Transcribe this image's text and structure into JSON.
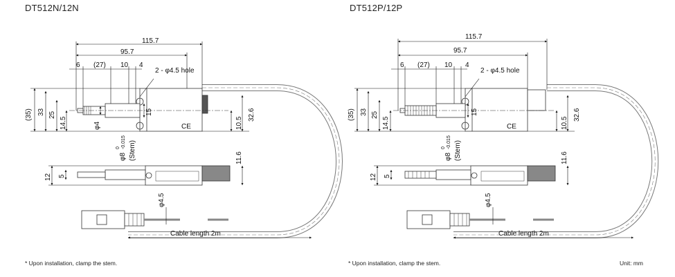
{
  "left": {
    "title": "DT512N/12N",
    "footnote": "* Upon installation, clamp the stem.",
    "dims": {
      "d115_7": "115.7",
      "d95_7": "95.7",
      "d6": "6",
      "d27": "(27)",
      "d10": "10",
      "d4": "4",
      "hole": "2 - φ4.5 hole",
      "d35": "(35)",
      "d33": "33",
      "d25": "25",
      "d14_5": "14.5",
      "phi4": "φ4",
      "d15": "15",
      "d10_5": "10.5",
      "d32_6": "32.6",
      "stem_phi": "φ8",
      "stem_tol_top": "0",
      "stem_tol_bot": "-0.015",
      "stem": "(Stem)",
      "d11_6": "11.6",
      "d12": "12",
      "d5": "5",
      "phi4_5": "φ4.5",
      "cable": "Cable length 2m"
    }
  },
  "right": {
    "title": "DT512P/12P",
    "footnote": "* Upon installation, clamp the stem.",
    "dims": {
      "d115_7": "115.7",
      "d95_7": "95.7",
      "d6": "6",
      "d27": "(27)",
      "d10": "10",
      "d4": "4",
      "hole": "2 - φ4.5 hole",
      "d35": "(35)",
      "d33": "33",
      "d25": "25",
      "d14_5": "14.5",
      "d15": "15",
      "d10_5": "10.5",
      "d32_6": "32.6",
      "stem_phi": "φ8",
      "stem_tol_top": "0",
      "stem_tol_bot": "-0.015",
      "stem": "(Stem)",
      "d11_6": "11.6",
      "d12": "12",
      "d5": "5",
      "phi4_5": "φ4.5",
      "cable": "Cable length 2m"
    }
  },
  "unit": "Unit: mm",
  "ce_mark": "CE"
}
